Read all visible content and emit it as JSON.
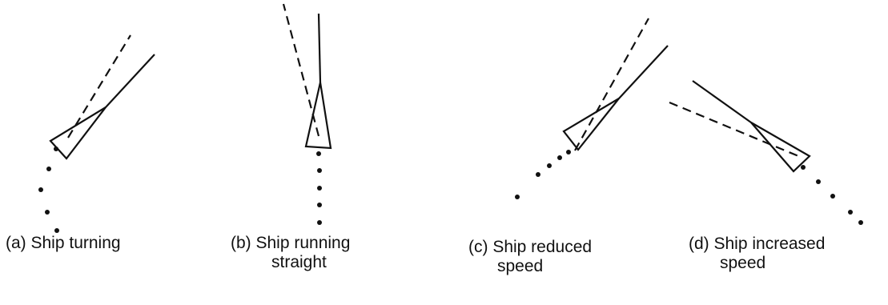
{
  "panels": [
    {
      "id": "a",
      "caption_line1": "(a) Ship turning",
      "caption_line2": ""
    },
    {
      "id": "b",
      "caption_line1": "(b) Ship running",
      "caption_line2": "straight"
    },
    {
      "id": "c",
      "caption_line1": "(c) Ship reduced",
      "caption_line2": "speed"
    },
    {
      "id": "d",
      "caption_line1": "(d) Ship increased",
      "caption_line2": "speed"
    }
  ],
  "colors": {
    "ink": "#111111",
    "background": "#ffffff"
  }
}
